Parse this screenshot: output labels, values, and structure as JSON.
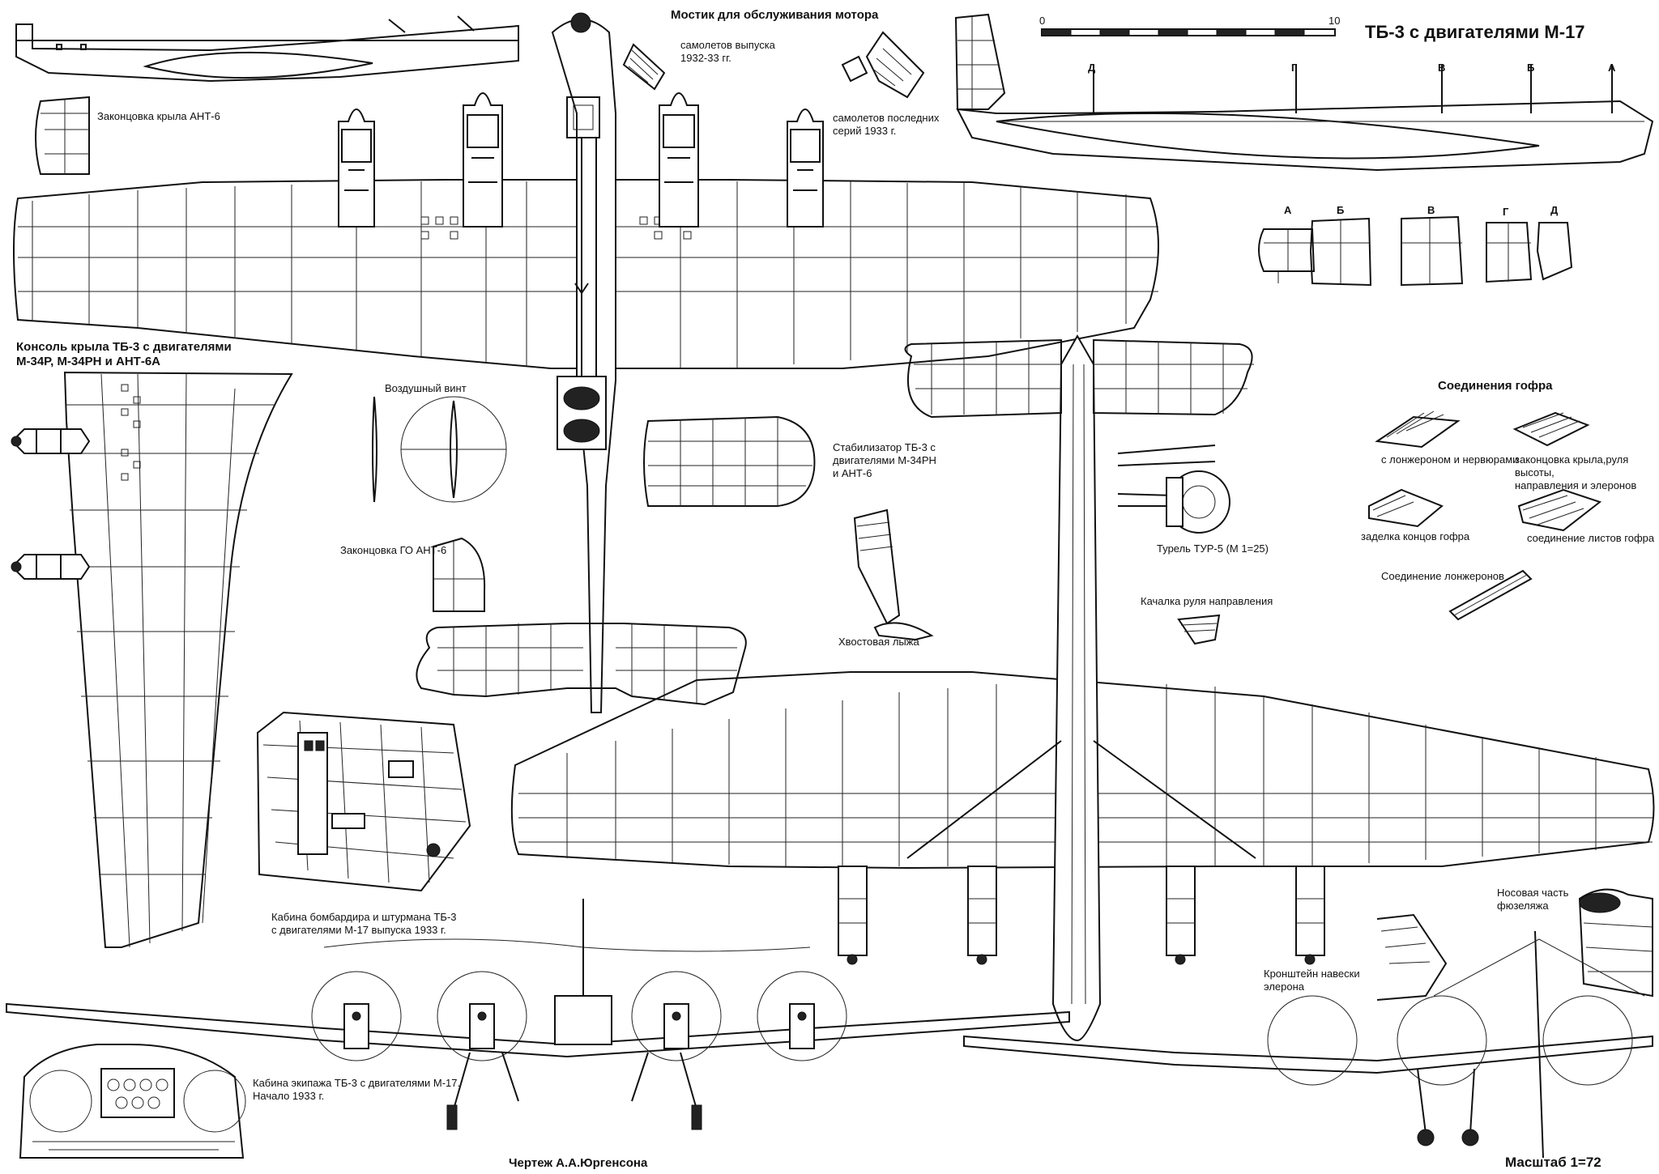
{
  "title": "ТБ-3 с двигателями М-17",
  "scale_bar": {
    "start": "0",
    "end": "10"
  },
  "section_marks": [
    "Д",
    "Г",
    "В",
    "Б",
    "А"
  ],
  "section_profiles": [
    "А",
    "Б",
    "В",
    "Г",
    "Д"
  ],
  "labels": {
    "engine_bridge": "Мостик для обслуживания мотора",
    "bridge_1932": "самолетов выпуска\n1932-33 гг.",
    "bridge_1933": "самолетов последних\nсерий 1933 г.",
    "wingtip_ant6": "Законцовка крыла АНТ-6",
    "wing_console": "Консоль крыла ТБ-3 с двигателями\nМ-34Р, М-34РН и АНТ-6А",
    "propeller": "Воздушный винт",
    "stabilizer": "Стабилизатор ТБ-3 с\nдвигателями М-34РН\nи АНТ-6",
    "tail_tip": "Законцовка ГО АНТ-6",
    "tail_ski": "Хвостовая лыжа",
    "turret": "Турель ТУР-5 (М 1=25)",
    "rudder_rocker": "Качалка руля направления",
    "corrugation": "Соединения гофра",
    "corr_spar": "с лонжероном и нервюрами",
    "corr_tip": "законцовка крыла,руля высоты,\nнаправления и элеронов",
    "corr_ends": "заделка концов гофра",
    "corr_sheets": "соединение листов гофра",
    "spar_joint": "Соединение лонжеронов",
    "bomber_cabin": "Кабина бомбардира и штурмана ТБ-3\nс двигателями М-17 выпуска 1933 г.",
    "nose_part": "Носовая часть\nфюзеляжа",
    "aileron_bracket": "Кронштейн навески\nэлерона",
    "crew_cabin": "Кабина экипажа ТБ-3 с двигателями М-17.\nНачало 1933 г.",
    "author": "Чертеж А.А.Юргенсона",
    "scale": "Масштаб 1=72"
  }
}
